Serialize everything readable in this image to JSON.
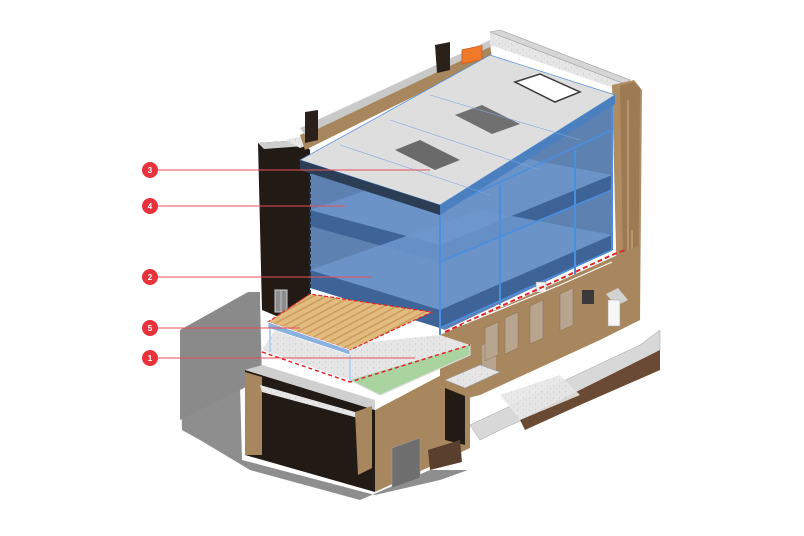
{
  "diagram": {
    "type": "isometric-building-section",
    "subject": "multi-storey building with exposed structural frame",
    "colors": {
      "callout": "#e8323c",
      "callout_line": "#e8505a",
      "structure_blue": "#5b86bf",
      "structure_blue_dark": "#3e6497",
      "frame_edge": "#4a8ee0",
      "slab_top": "#dcdcdc",
      "facade_tan": "#a8865e",
      "facade_tan_light": "#b9976c",
      "dark_wall": "#221b15",
      "shadow": "#8c8c8c",
      "timber_deck": "#e0b878",
      "green_roof": "#a9d4a0",
      "hvac_unit": "#f07a2a",
      "dashed_boundary": "#e0242c"
    }
  },
  "callouts": [
    {
      "id": "callout-3",
      "label": "3",
      "target": "roof slab opening"
    },
    {
      "id": "callout-4",
      "label": "4",
      "target": "upper floor edge beam"
    },
    {
      "id": "callout-2",
      "label": "2",
      "target": "intermediate floor slab"
    },
    {
      "id": "callout-5",
      "label": "5",
      "target": "timber deck"
    },
    {
      "id": "callout-1",
      "label": "1",
      "target": "green roof / existing slab"
    }
  ]
}
